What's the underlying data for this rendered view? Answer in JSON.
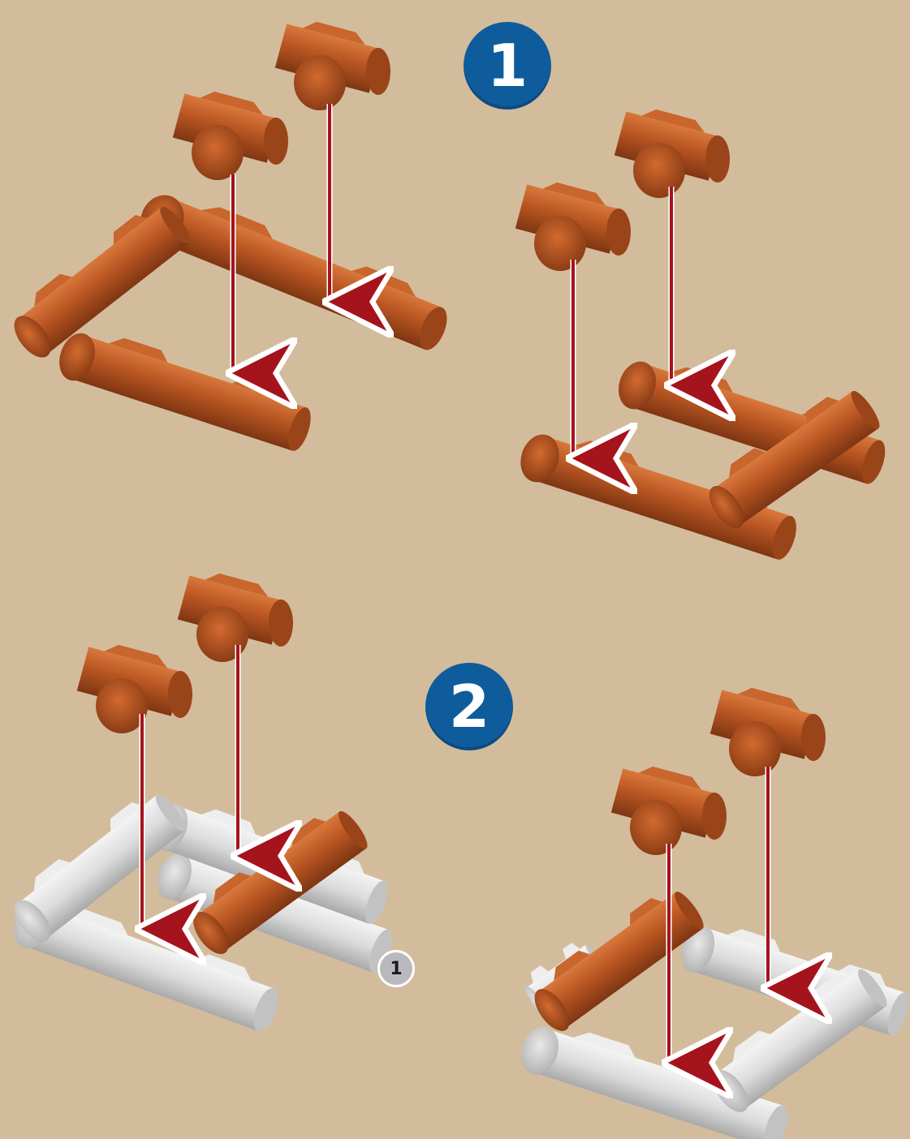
{
  "steps": [
    {
      "number": "1"
    },
    {
      "number": "2"
    }
  ],
  "page_badge": "1",
  "colors": {
    "background": "#d3bc9c",
    "wood": "#b5511f",
    "placed_log": "#d9d9d9",
    "arrow": "#a5131d",
    "step_badge": "#0f5c9c"
  },
  "icons": [
    "wood-log",
    "crosspiece-log",
    "down-arrow-icon"
  ]
}
